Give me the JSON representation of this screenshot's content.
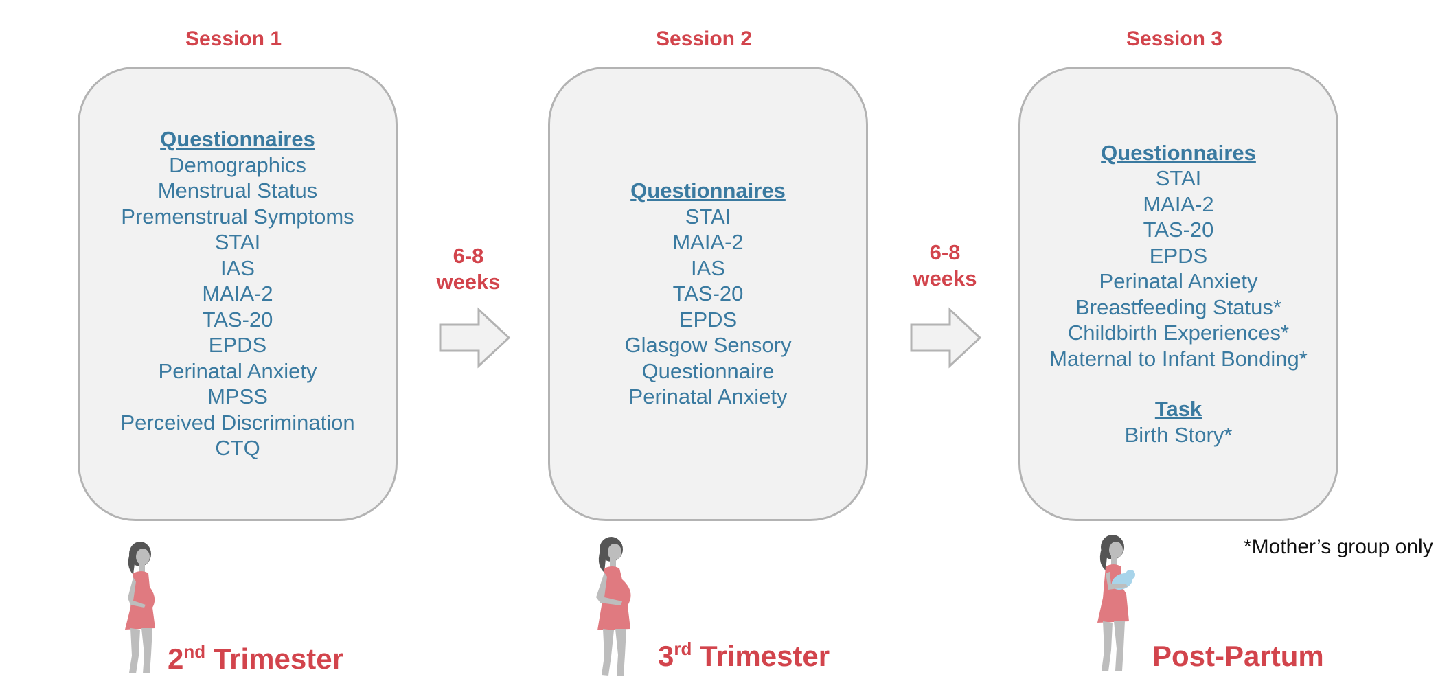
{
  "sessions": [
    {
      "title": "Session 1",
      "heading": "Questionnaires",
      "items": [
        "Demographics",
        "Menstrual Status",
        "Premenstrual Symptoms",
        "STAI",
        "IAS",
        "MAIA-2",
        "TAS-20",
        "EPDS",
        "Perinatal Anxiety",
        "MPSS",
        "Perceived Discrimination",
        "CTQ"
      ],
      "stage": {
        "prefix": "2",
        "sup": "nd",
        "text": " Trimester"
      }
    },
    {
      "title": "Session 2",
      "heading": "Questionnaires",
      "items": [
        "STAI",
        "MAIA-2",
        "IAS",
        "TAS-20",
        "EPDS",
        "Glasgow Sensory",
        "Questionnaire",
        "Perinatal Anxiety"
      ],
      "stage": {
        "prefix": "3",
        "sup": "rd",
        "text": " Trimester"
      }
    },
    {
      "title": "Session 3",
      "heading": "Questionnaires",
      "items": [
        "STAI",
        "MAIA-2",
        "TAS-20",
        "EPDS",
        "Perinatal Anxiety",
        "Breastfeeding Status*",
        "Childbirth Experiences*",
        "Maternal to Infant Bonding*"
      ],
      "task_heading": "Task",
      "task_items": [
        "Birth Story*"
      ],
      "stage": {
        "prefix": "",
        "sup": "",
        "text": "Post-Partum"
      }
    }
  ],
  "intervals": [
    {
      "line1": "6-8",
      "line2": "weeks"
    },
    {
      "line1": "6-8",
      "line2": "weeks"
    }
  ],
  "footnote": "*Mother’s group only",
  "colors": {
    "accent": "#d2444c",
    "text_blue": "#3a7aa0",
    "panel_fill": "#f2f2f2",
    "panel_border": "#b3b3b3",
    "figure_dress": "#e07a80",
    "figure_skin": "#bdbdbd",
    "figure_hair": "#555555",
    "baby": "#a8d4ea"
  },
  "icons": [
    "pregnant-woman-icon",
    "pregnant-woman-icon",
    "mother-with-baby-icon",
    "right-arrow-icon"
  ]
}
